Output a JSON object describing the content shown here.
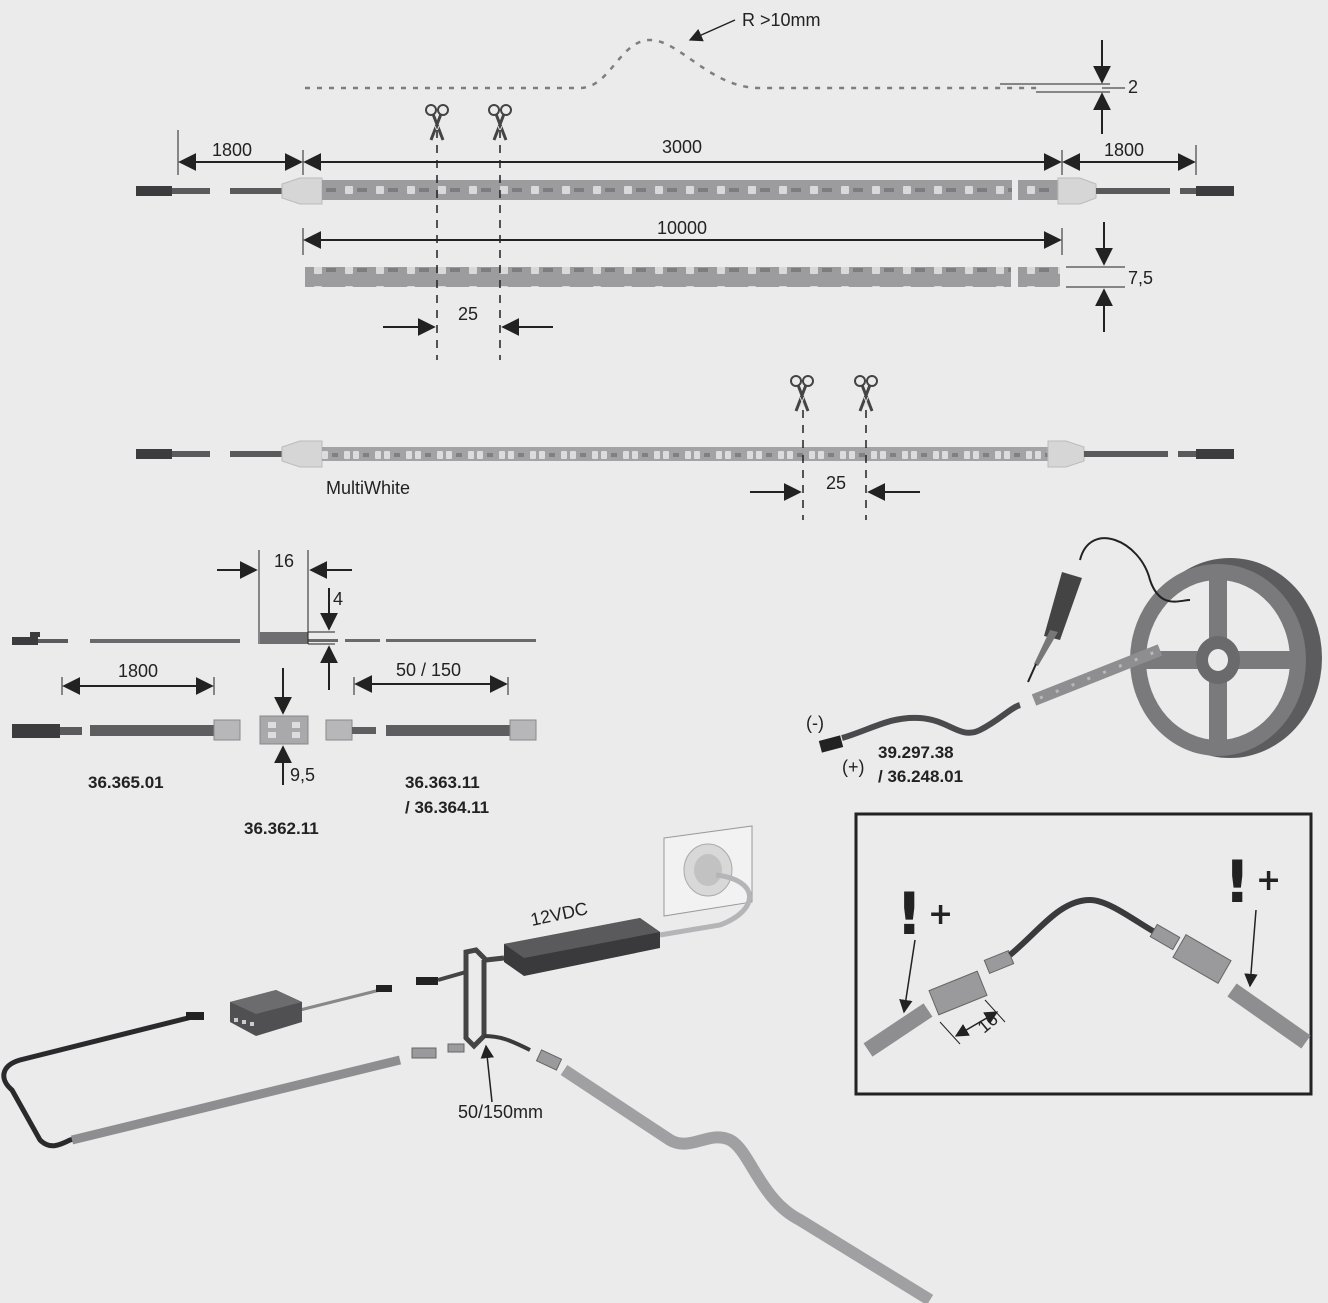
{
  "labels": {
    "bend_radius": "R >10mm",
    "thickness": "2",
    "cable_left": "1800",
    "strip_length": "3000",
    "cable_right": "1800",
    "reel_length": "10000",
    "width": "7,5",
    "cut_pitch": "25",
    "multiwhite": "MultiWhite",
    "multiwhite_cut_pitch": "25",
    "connector_width": "16",
    "connector_height": "4",
    "lead_length": "1800",
    "link_length": "50 / 150",
    "connector_depth": "9,5",
    "code_lead": "36.365.01",
    "code_connector": "36.362.11",
    "code_link": "36.363.11\n/ 36.364.11",
    "code_link_line1": "36.363.11",
    "code_link_line2": "/ 36.364.11",
    "polarity_neg": "(-)",
    "polarity_pos": "(+)",
    "code_solder_line1": "39.297.38",
    "code_solder_line2": "/ 36.248.01",
    "voltage": "12VDC",
    "link_mm": "50/150mm",
    "inset_gap": "16",
    "warn_left": "!",
    "warn_left_plus": "+",
    "warn_right": "!",
    "warn_right_plus": "+"
  },
  "icons": [
    "scissors-icon",
    "soldering-iron-icon",
    "led-reel-icon",
    "power-socket-icon",
    "power-supply-icon",
    "distributor-icon"
  ],
  "colors": {
    "background": "#ebebec",
    "strip": "#9c9c9e",
    "cable": "#505052",
    "endcap": "#d6d6d6",
    "ink": "#222222"
  }
}
